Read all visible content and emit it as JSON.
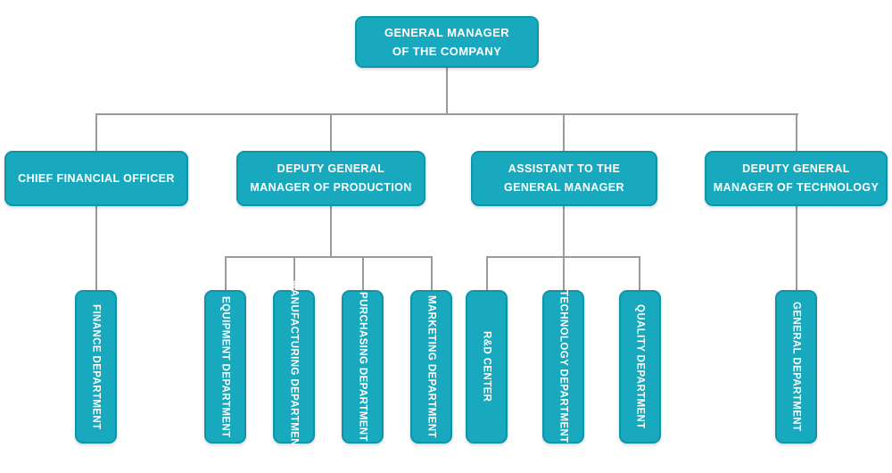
{
  "colors": {
    "node_fill": "#18a9bf",
    "node_border": "#0f95ab",
    "connector": "#9a9a9a",
    "text": "#ffffff",
    "background": "#ffffff"
  },
  "nodes": {
    "gm": {
      "line1": "GENERAL MANAGER",
      "line2": "OF THE COMPANY"
    },
    "cfo": {
      "line1": "CHIEF FINANCIAL OFFICER"
    },
    "dgm_production": {
      "line1": "DEPUTY GENERAL",
      "line2": "MANAGER OF PRODUCTION"
    },
    "assistant": {
      "line1": "ASSISTANT TO THE",
      "line2": "GENERAL MANAGER"
    },
    "dgm_technology": {
      "line1": "DEPUTY GENERAL",
      "line2": "MANAGER OF TECHNOLOGY"
    },
    "finance": {
      "label": "FINANCE DEPARTMENT"
    },
    "equipment": {
      "label": "EQUIPMENT DEPARTMENT"
    },
    "manufacturing": {
      "label": "MANUFACTURING DEPARTMENT"
    },
    "purchasing": {
      "label": "PURCHASING DEPARTMENT"
    },
    "marketing": {
      "label": "MARKETING DEPARTMENT"
    },
    "rd_center": {
      "label": "R&D CENTER"
    },
    "technology": {
      "label": "TECHNOLOGY DEPARTMENT"
    },
    "quality": {
      "label": "QUALITY DEPARTMENT"
    },
    "general": {
      "label": "GENERAL DEPARTMENT"
    }
  }
}
